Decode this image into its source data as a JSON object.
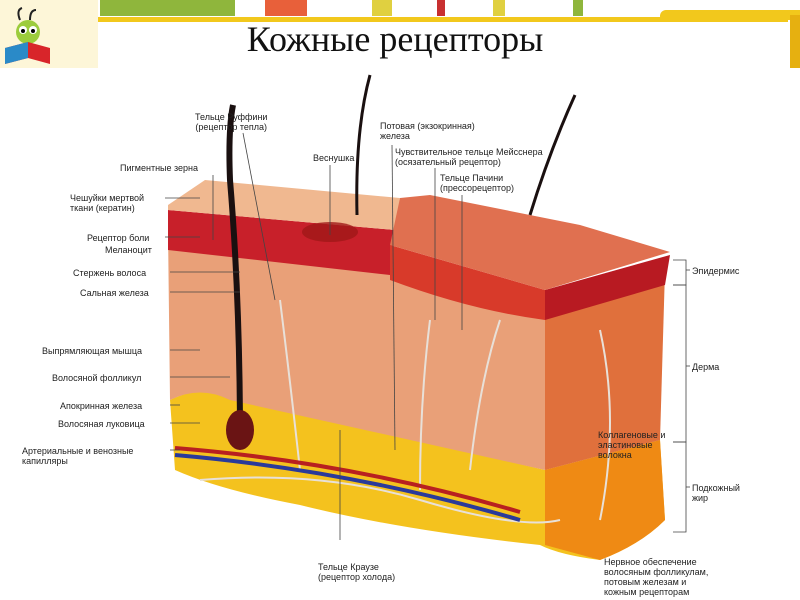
{
  "title": "Кожные рецепторы",
  "labels": {
    "ruffini": "Тельце Руффини",
    "ruffini_sub": "(рецептор тепла)",
    "pigment": "Пигментные зерна",
    "scales": "Чешуйки мертвой",
    "scales_sub": "ткани (кератин)",
    "pain": "Рецептор боли",
    "melanocyte": "Меланоцит",
    "hair_shaft": "Стержень волоса",
    "sebaceous": "Сальная железа",
    "muscle": "Выпрямляющая мышца",
    "follicle": "Волосяной фолликул",
    "apocrine": "Апокринная железа",
    "bulb": "Волосяная луковица",
    "capillaries": "Артериальные и венозные",
    "capillaries_sub": "капилляры",
    "freckle": "Веснушка",
    "sweat": "Потовая (экзокринная)",
    "sweat_sub": "железа",
    "meissner": "Чувствительное тельце Мейсснера",
    "meissner_sub": "(осязательный рецептор)",
    "pacini": "Тельце Пачини",
    "pacini_sub": "(прессорецептор)",
    "epidermis": "Эпидермис",
    "dermis": "Дерма",
    "collagen": "Коллагеновые и",
    "collagen_sub": "эластиновые",
    "collagen_sub2": "волокна",
    "fat": "Подкожный",
    "fat_sub": "жир",
    "krause": "Тельце Краузе",
    "krause_sub": "(рецептор холода)",
    "nerve": "Нервное обеспечение",
    "nerve_sub": "волосяным фолликулам,",
    "nerve_sub2": "потовым железам и",
    "nerve_sub3": "кожным рецепторам"
  },
  "colors": {
    "epidermis": "#c8202a",
    "dermis": "#e9a078",
    "fat": "#f4c21e",
    "frame": "#f2c81c"
  }
}
